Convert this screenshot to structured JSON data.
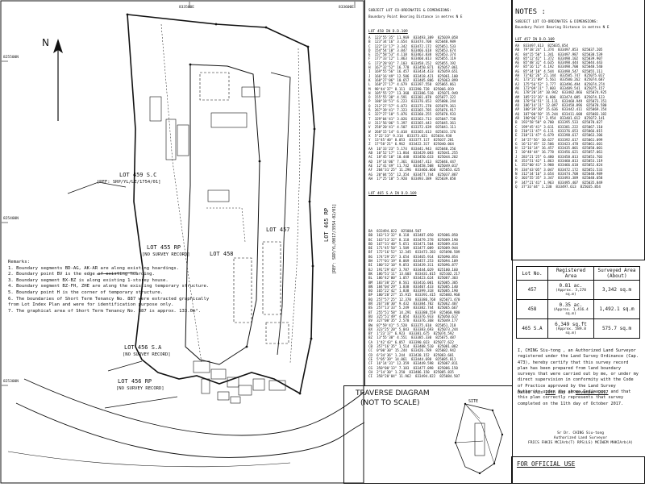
{
  "plan": {
    "north_label": "N",
    "grid_top": [
      "833500E",
      "833600E"
    ],
    "grid_side": [
      "825500N",
      "825400N",
      "825300N"
    ],
    "lots": {
      "lot459": "LOT 459 S.C",
      "lot459_ref": "[REF: SRP/YL/LE/1754/01]",
      "lot457": "LOT 457",
      "lot458": "LOT 458",
      "lot465": "LOT 465 RP",
      "lot465_ref": "[REF: SRP/YL/0017/3554-02/01]",
      "lot455": "LOT 455 RP",
      "lot455_rec": "[NO SURVEY RECORD]",
      "lot456sa": "LOT 456 S.A",
      "lot456sa_rec": "[NO SURVEY RECORD]",
      "lot456rp": "LOT 456 RP",
      "lot456rp_rec": "[NO SURVEY RECORD]"
    }
  },
  "remarks": {
    "title": "Remarks:",
    "items": [
      "1. Boundary segments BD-AG, AK-AR are along existing hoardings.",
      "2. Boundary point BV is the edge of existing hoarding.",
      "3. Boundary segment BX-BZ is along existing 1-storey house.",
      "4. Boundary segment BZ-FH, ZHE are along the existing temporary structure.",
      "5. Boundary point H is the corner of temporary structure.",
      "6. The boundaries of Short Term Tenancy No. 887 were extracted graphically",
      "   from Lot Index Plan and were for identification purpose only.",
      "7. The graphical area of Short Term Tenancy No. 887 is approx. 133.0m²."
    ]
  },
  "subject_table": {
    "title": "SUBJECT LOT CO-ORDINATES & DIMENSIONS:",
    "columns": "Boundary Point  Bearing  Distance in metres      N        E",
    "section1": "LOT 458 IN D.D.109",
    "section2": "LOT 465 S.A IN D.D.109",
    "lines1": "A  123°55'35\" 11.969  833493.389  825039.058\nB  123°34'16\" 3.654  833474.708  825048.989\nC  122°13'17\" 3.342  833472.172  825051.533\nD  154°54'10\" 3.047  833466.618  825053.674\nE  157°58'53\" 4.118  833463.838  825053.374\nF  177°33'12\" 1.863  833460.013  825055.119\nG  173°28'01\" 7.103  833458.152  825055.192\nH  167°32'52\" 16.778  833450.871  825057.061\nI  169°55'56\" 16.457  833434.433  825059.651\nJ  166°16'49\" 12.506  833418.421  825061.100\nK  168°27'06\" 10.657  833405.806  825063.899\nL  168°27'17\" 4.679  833397.558  825065.861\nM  98°44'37\" 8.111  833390.728  825066.819\nN  105°55'27\" 13.368  833386.518  825071.949\nO  155°55'38\" 4.591  833381.078  825077.322\nP  180°18'51\" 6.223  833376.653  825080.244\nQ  212°27'57\" 6.073  833371.278  825079.361\nR  267°39'41\" 7.323  833365.785  825076.917\nS  327°27'10\" 5.076  833360.255  825070.933\nT  329°04'41\" 3.026  833363.713  825047.738\nU  311°56'06\" 5.397  833365.443  825045.361\nV  258°20'41\" 4.507  833372.639  825041.111\nW  268°15'14\" 6.018  833365.613  825033.176\nX  5°22'33\" 9.314  833373.021  825034.938\nY  13°45'40\" 8.053  833377.117  825037.281\nZ  17°58'21\" 6.962  833422.317  825040.064\nAA  16°33'23\" 5.174  833441.943  825040.256\nAB  10°52'17\" 11.864  833429.083  825041.255\nAC  18°45'10\" 10.448  833450.633  825044.202\nAD  19°14'06\" 7.361  833447.413  825046.447\nAE  12°41'49\" 11.742  833458.508  825049.017\nAF  204°31'25\" 11.296  833466.060  825053.425\nAG  20°04'55\" 12.354  833477.744  825037.887\nAH  17°25'10\" 5.920  833493.389  825039.058",
    "lines2": "BA  833494.822  825084.507\nBB  163°13'32\" 8.118  833487.050  825086.850\nBC  163°13'32\" 8.118  833479.278  825089.190\nBD  167°31'40\" 5.651  833471.504  825089.414\nBE  171°45'50\" 1.509  833477.089  825089.944\nBF  172°16'52\" 12.345  833473.283  825090.589\nBG  174°29'25\" 3.654  833465.914  825090.854\nBH  177°01'19\" 8.069  833457.253  825094.109\nBI  180°32'10\" 9.053  833439.311  825096.877\nBJ  191°29'43\" 3.787  833444.029  825100.160\nBK  186°51'11\" 13.603  833431.015  825102.217\nBL  186°42'00\" 1.057  833423.624  825087.303\nBM  183°38'25\" 8.561  833416.001  825085.305\nBN  184°04'29\" 1.838  833407.433  825085.140\nBO  165°22'42\" 1.838  833399.318  825085.190\nBP  180°28'27\" 15.915  833391.415  825083.968\nBQ  257°57'25\" 12.370  833386.768  825071.470\nBR  267°30'30\" 9.432  833384.702  825062.407\nBS  257°13'33\" 5.249  833382.744  825065.667\nBT  255°51'58\" 14.291  833380.559  825060.980\nBU  325°51'49\" 4.054  833376.933  825050.617\nBV  327°08'35\" 2.578  833376.368  825049.177\nBW  87°59'41\" 5.520  833375.610  825051.218\nBX  323°25'20\" 5.043  833383.693  825073.244\nBY  1°23'17\" 6.923  833381.675  825074.592\nBZ  13°55'38\" 4.551  833385.330  825075.487\nCA  1°42'43\" 6.057  833390.023  825077.622\nCB  357°16'35\" 1.514  833408.510  825081.082\nCC  0°00'30\" 15.244  833426.789  825082.942\nCD  6°34'36\" 1.244  833438.152  825083.601\nCE  5°05'39\" 14.061  833444.698  825085.811\nCF  16°14'31\" 12.359  833449.598  825087.811\nCG  350°00'13\" 7.183  833477.098  825086.150\nCH  2°14'30\" 1.250  833486.150  825085.835\nCI  358°20'04\" 11.962  833494.822  825084.507"
  },
  "notes": {
    "title": "NOTES :",
    "table_title": "SUBJECT LOT CO-ORDINATES & DIMENSIONS:",
    "columns": "Boundary Point  Bearing  Distance in metres      N        E",
    "section": "LOT 457 IN D.D.109",
    "lines": "AA  833497.613  825035.854\nAB  79°38'24\" 1.374  833497.853  825037.205\nAC  84°15'50\" 1.341  833497.987  825038.539\nAD  85°12'42\" 1.372  833498.102  825039.907\nAE  85°48'32\" 4.635  833498.444  825044.443\nAF  85°16'12\" 4.192  833498.700  825048.540\nAG  85°34'10\" 4.544  833498.547  825055.111\nAH  73°02'26\" 21.144  833505.747  825075.017\nAI  173°21'09\" 5.561  833500.262  825074.687\nAJ  175°56'52\" 3.777  833496.494  825074.274\nAK  173°09'11\" 7.003  833489.541  825075.157\nAL  178°20'24\" 10.942  833482.866  825074.925\nAM  185°23'26\" 6.806  833474.085  825074.123\nAN  178°56'51\" 11.111  833468.949  825073.151\nAO  186°14'11\" 12.097  833458.896  825070.580\nAP  180°39'20\" 15.636  833442.411  825069.154\nAQ  187°00'50\" 15.244  833411.608  825083.182\nAR  190°06'11\" 3.954  833401.012  825072.141\nB  193°58'50\" 0.700  833395.533  825070.027\nC  199°45'41\" 3.611  833381.222  825067.110\nD  210°11'47\" 6.111  833376.653  825066.015\nE  210°11'47\" 6.679  833398.617  825063.206\nF  34°27'56\" 10.627  833392.617  825061.099\nG  16°13'45\" 12.506  833423.478  825061.601\nH  12°16'14\" 16.457  833435.001  825058.001\nI  10°48'44\" 16.778  833456.621  825057.061\nJ  283°21'25\" 6.480  833458.013  825053.703\nK  353°51'42\" 1.863  833460.013  825053.119\nL  352°00'41\" 3.988  833466.618  825052.824\nM  334°43'05\" 3.047  833472.172  825051.533\nN  312°34'16\" 3.654  833474.708  825048.989\nO  303°55'35\" 3.347  833493.389  825048.058\nP  347°21'41\" 1.963  833495.407  825035.849\nQ  37°33'44\" 1.238  833497.613  825035.854"
  },
  "area_table": {
    "headers": [
      "Lot No.",
      "Registered Area",
      "Surveyed Area (About)"
    ],
    "rows": [
      {
        "lot": "457",
        "registered": "0.81 ac.",
        "registered_sub": "(Approx. 3,278 sq.m)",
        "surveyed": "3,342 sq.m"
      },
      {
        "lot": "458",
        "registered": "0.35 ac.",
        "registered_sub": "(Approx. 1,416.4 sq.m)",
        "surveyed": "1,492.1 sq.m"
      },
      {
        "lot": "465 S.A",
        "registered": "6,349 sq.ft",
        "registered_sub": "(Approx. 589.8 sq.m)",
        "surveyed": "575.7 sq.m"
      }
    ]
  },
  "certificate": {
    "text": "I, CHING Siu-tong , an Authorized Land Surveyor registered under the Land Survey Ordinance (Cap. 473), hereby certify that this survey record plan has been prepared from land boundary surveys that were carried out by me, or under my direct supervision in conformity with the Code of Practice approved by the Land Survey Authority under the above Ordinance, and that this plan correctly represents that survey completed on the 11th day of October 2017.",
    "dated_prefix": "Dated this",
    "dated_day": "20th",
    "dated_mid": "day of",
    "dated_month": "November 2017"
  },
  "signature": {
    "line1": "Sr Dr. CHING Siu-tong",
    "line2": "Authorized Land Surveyor",
    "line3": "FRICS FHKIS MCIArb(T) RPS(LS) MCIWEM MHKIArb(A)"
  },
  "traverse": {
    "title_line1": "TRAVERSE DIAGRAM",
    "title_line2": "(NOT TO SCALE)",
    "site_label": "SITE"
  },
  "official": "FOR OFFICIAL USE"
}
